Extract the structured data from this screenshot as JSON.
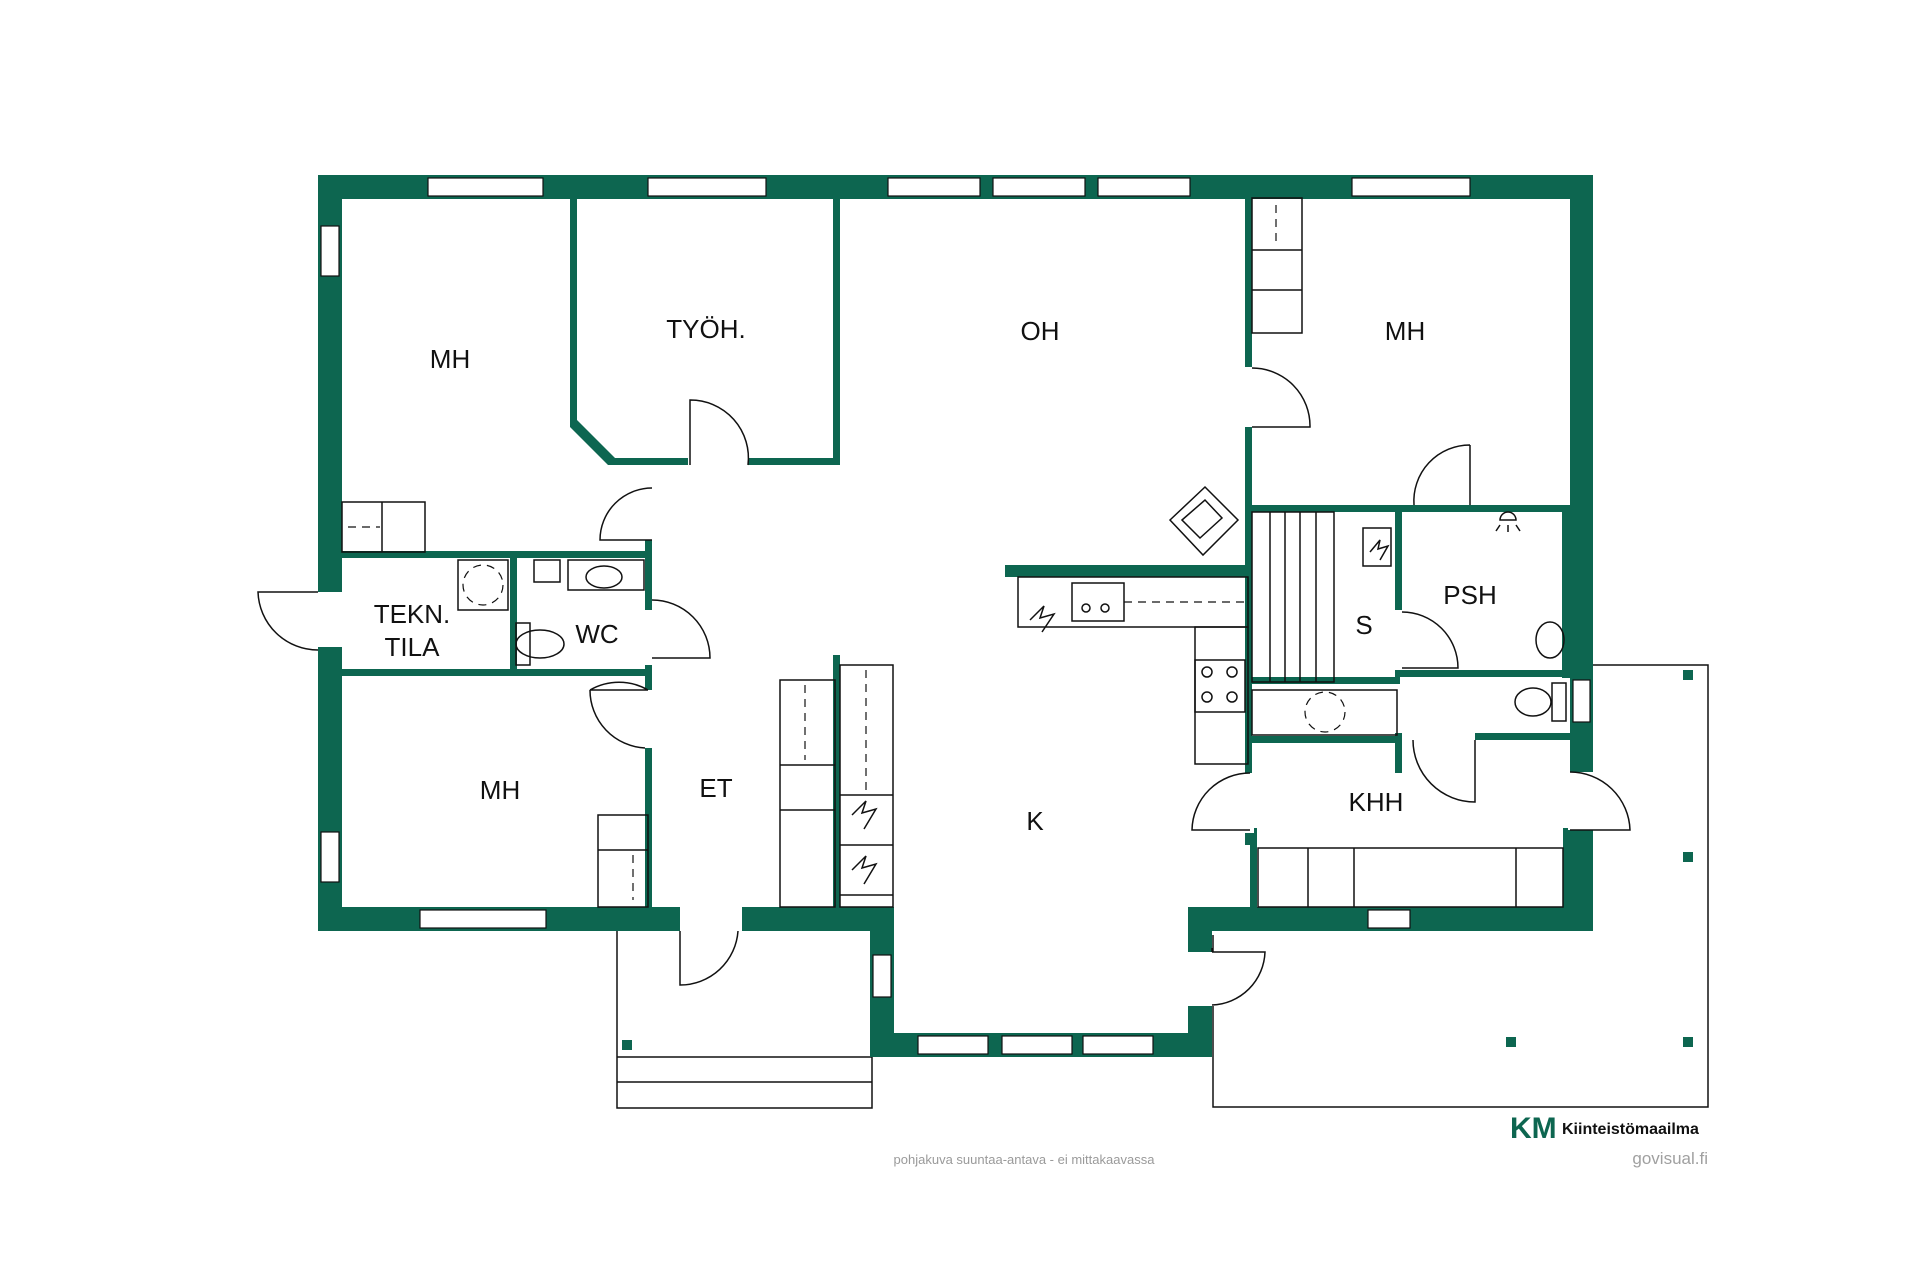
{
  "rooms": {
    "mh_top_left": "MH",
    "tyoh": "TYÖH.",
    "oh": "OH",
    "mh_top_right": "MH",
    "tekn_line1": "TEKN.",
    "tekn_line2": "TILA",
    "wc": "WC",
    "s": "S",
    "psh": "PSH",
    "mh_bottom_left": "MH",
    "et": "ET",
    "k": "K",
    "khh": "KHH"
  },
  "footer": {
    "caption": "pohjakuva suuntaa-antava - ei mittakaavassa",
    "logo_mark": "KM",
    "logo_name": "Kiinteistömaailma",
    "credit": "govisual.fi"
  },
  "colors": {
    "wall": "#0d6650",
    "logo_k": "#0d6650",
    "logo_m": "#2fbf8a"
  }
}
